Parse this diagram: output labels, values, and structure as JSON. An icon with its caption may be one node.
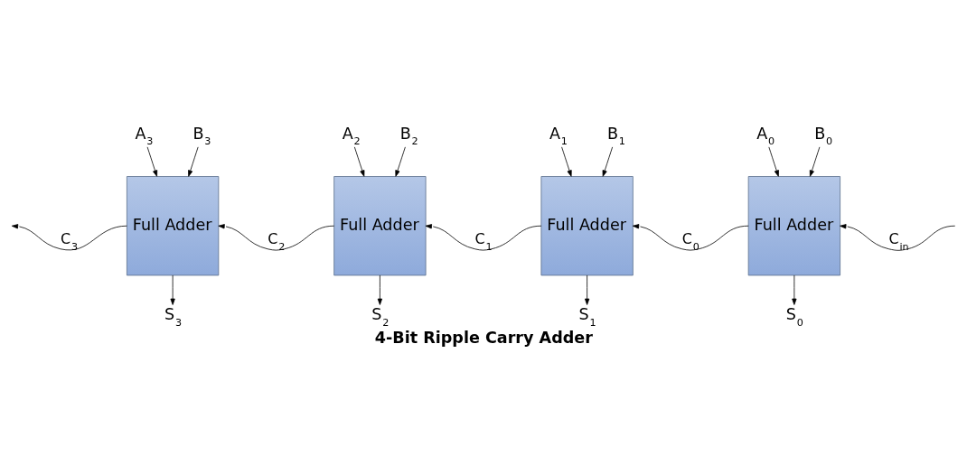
{
  "diagram": {
    "title": "4-Bit Ripple Carry Adder",
    "nodes": [
      {
        "text": [
          "A$_{3}$"
        ]
      },
      {
        "text": [
          "B$_{3}$"
        ]
      },
      {
        "text": [
          "A$_{2}$"
        ]
      },
      {
        "text": [
          "B$_{2}$"
        ]
      },
      {
        "text": [
          "A$_{1}$"
        ]
      },
      {
        "text": [
          "B$_{1}$"
        ]
      },
      {
        "text": [
          "A$_{0}$"
        ]
      },
      {
        "text": [
          "B$_{0}$"
        ]
      },
      {
        "text": [
          "Full Adder"
        ]
      },
      {
        "text": [
          "Full Adder"
        ]
      },
      {
        "text": [
          "Full Adder"
        ]
      },
      {
        "text": [
          "Full Adder"
        ]
      },
      {
        "text": [
          "S$_{3}$"
        ]
      },
      {
        "text": [
          "S$_{2}$"
        ]
      },
      {
        "text": [
          "S$_{1}$"
        ]
      },
      {
        "text": [
          "S$_{0}$"
        ]
      }
    ],
    "edges": [
      {
        "from": 0,
        "to": 8,
        "arrow": "to"
      },
      {
        "from": 1,
        "to": 8,
        "arrow": "to"
      },
      {
        "from": 2,
        "to": 9,
        "arrow": "to"
      },
      {
        "from": 3,
        "to": 9,
        "arrow": "to"
      },
      {
        "from": 4,
        "to": 10,
        "arrow": "to"
      },
      {
        "from": 5,
        "to": 10,
        "arrow": "to"
      },
      {
        "from": 6,
        "to": 11,
        "arrow": "to"
      },
      {
        "from": 7,
        "to": 11,
        "arrow": "to"
      },
      {
        "from": null,
        "to": 11,
        "arrow": "to",
        "label": "C$_{in}$"
      },
      {
        "from": 11,
        "to": 10,
        "arrow": "to",
        "label": "C$_{0}$"
      },
      {
        "from": 10,
        "to": 9,
        "arrow": "to",
        "label": "C$_{1}$"
      },
      {
        "from": 9,
        "to": 8,
        "arrow": "to",
        "label": "C$_{2}$"
      },
      {
        "from": 8,
        "to": null,
        "arrow": "to",
        "label": "C$_{3}$"
      },
      {
        "from": 8,
        "to": 12,
        "arrow": "to"
      },
      {
        "from": 9,
        "to": 13,
        "arrow": "to"
      },
      {
        "from": 10,
        "to": 14,
        "arrow": "to"
      },
      {
        "from": 11,
        "to": 15,
        "arrow": "to"
      }
    ]
  }
}
